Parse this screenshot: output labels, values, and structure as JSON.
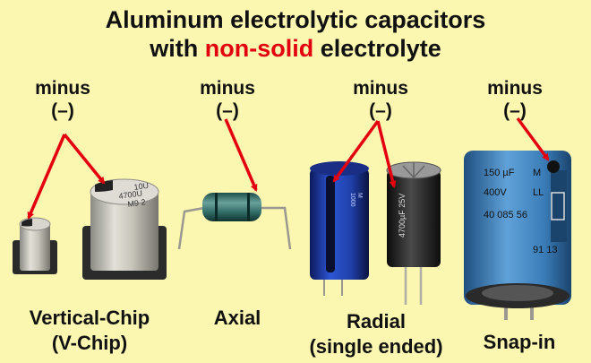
{
  "title": {
    "line1": "Aluminum electrolytic capacitors",
    "line2_prefix": "with ",
    "line2_highlight": "non-solid",
    "line2_suffix": " electrolyte"
  },
  "minus_labels": [
    {
      "word": "minus",
      "sign": "(–)"
    },
    {
      "word": "minus",
      "sign": "(–)"
    },
    {
      "word": "minus",
      "sign": "(–)"
    },
    {
      "word": "minus",
      "sign": "(–)"
    }
  ],
  "types": [
    {
      "line1": "Vertical-Chip",
      "line2": "(V-Chip)"
    },
    {
      "line1": "Axial",
      "line2": ""
    },
    {
      "line1": "Radial",
      "line2": "(single ended)"
    },
    {
      "line1": "Snap-in",
      "line2": ""
    }
  ],
  "markings": {
    "vchip_large": [
      "10U",
      "4700U",
      "M9 2"
    ],
    "radial_black": "4700µF 25V",
    "snapin": [
      "150 µF",
      "M",
      "400V",
      "LL",
      "40 085 56",
      "91 13"
    ]
  },
  "colors": {
    "background": "#fbf6b0",
    "highlight": "#e3000f",
    "arrow": "#e3000f",
    "radial_blue": "#2a4fd0",
    "snapin_blue": "#3f86c8"
  }
}
